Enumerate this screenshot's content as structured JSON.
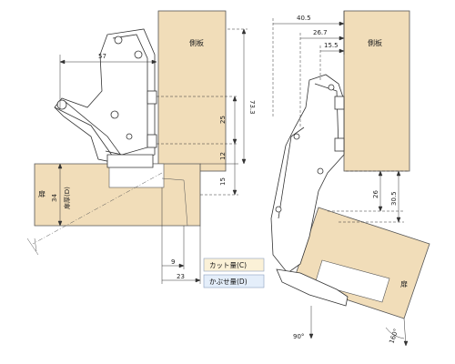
{
  "colors": {
    "wood": "#f1ddb9",
    "hinge_fill": "#ffffff",
    "hinge_stroke": "#333333",
    "dim_line": "#333333",
    "cut_box_bg": "#fbf1d7",
    "cover_box_bg": "#e4eefa",
    "box_border": "#8aa0c0"
  },
  "left_view": {
    "side_panel_label": "側板",
    "door_label": "扉",
    "door_thickness_label": "扉厚(D)",
    "dim_57": "57",
    "dim_73_3": "73.3",
    "dim_25": "25",
    "dim_12": "12",
    "dim_15": "15",
    "dim_34": "34",
    "dim_9": "9",
    "dim_23": "23",
    "cut_amount_label": "カット量(C)",
    "cover_amount_label": "かぶせ量(D)"
  },
  "right_view": {
    "side_panel_label": "側板",
    "door_label": "扉",
    "dim_40_5": "40.5",
    "dim_26_7": "26.7",
    "dim_15_5": "15.5",
    "dim_26": "26",
    "dim_30_5": "30.5",
    "angle_90": "90°",
    "angle_160": "160°"
  }
}
